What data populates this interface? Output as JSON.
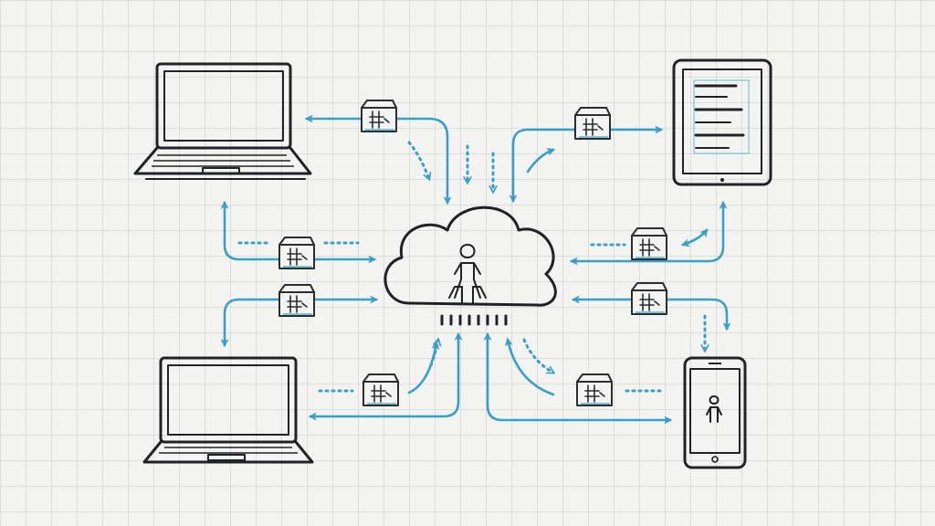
{
  "diagram": {
    "colors": {
      "ink": "#1f2326",
      "arrow": "#3a9fc6",
      "arrow_light": "#7cc0da",
      "grid": "#d7d7d7",
      "background": "#f3f3f2"
    },
    "nodes": [
      {
        "id": "cloud",
        "icon": "cloud-server-icon"
      },
      {
        "id": "laptop-top-left",
        "icon": "laptop-icon"
      },
      {
        "id": "laptop-bottom-left",
        "icon": "laptop-icon"
      },
      {
        "id": "tablet-top-right",
        "icon": "tablet-icon"
      },
      {
        "id": "phone-bottom-right",
        "icon": "smartphone-icon"
      }
    ],
    "package_icon": "package-icon",
    "edges": [
      {
        "from": "cloud",
        "to": "laptop-top-left",
        "direction": "bidirectional"
      },
      {
        "from": "cloud",
        "to": "laptop-bottom-left",
        "direction": "bidirectional"
      },
      {
        "from": "cloud",
        "to": "tablet-top-right",
        "direction": "bidirectional"
      },
      {
        "from": "cloud",
        "to": "phone-bottom-right",
        "direction": "bidirectional"
      }
    ]
  }
}
